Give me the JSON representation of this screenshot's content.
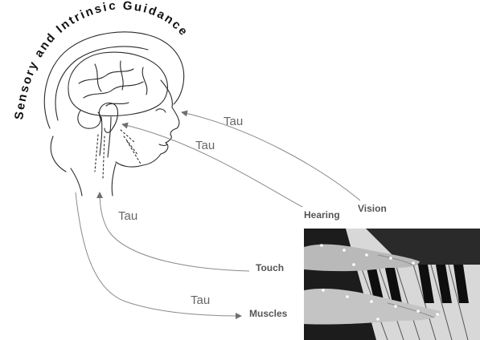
{
  "title": "Sensory and Intrinsic Guidance",
  "arrow_label": "Tau",
  "sources": {
    "vision": "Vision",
    "hearing": "Hearing",
    "touch": "Touch",
    "muscles": "Muscles"
  },
  "colors": {
    "line": "#8a8a8a",
    "sketch": "#2a2a2a",
    "text": "#555555"
  },
  "icons": {
    "head": "head-sketch-with-brain",
    "photo": "hands-on-piano-photo"
  }
}
